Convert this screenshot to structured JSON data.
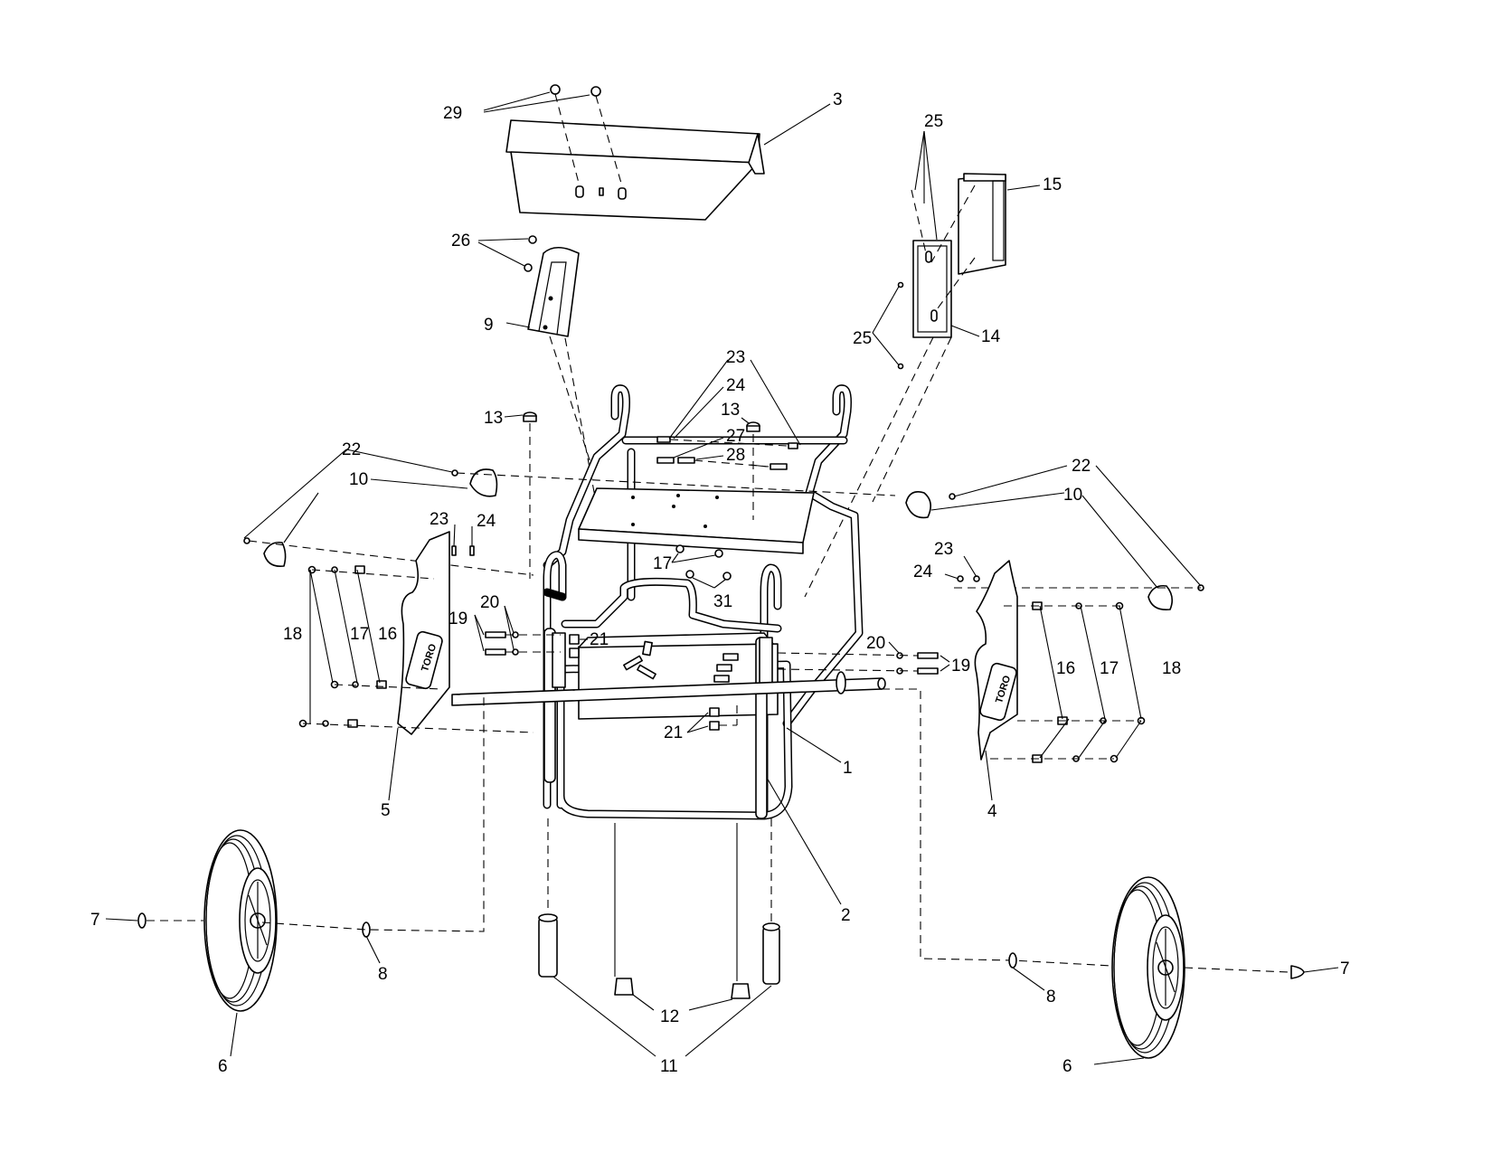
{
  "callouts": {
    "c1": "1",
    "c2": "2",
    "c3": "3",
    "c4": "4",
    "c5": "5",
    "c6a": "6",
    "c6b": "6",
    "c7a": "7",
    "c7b": "7",
    "c8a": "8",
    "c8b": "8",
    "c9": "9",
    "c10a": "10",
    "c10b": "10",
    "c11": "11",
    "c12": "12",
    "c13a": "13",
    "c13b": "13",
    "c14": "14",
    "c15": "15",
    "c16a": "16",
    "c16b": "16",
    "c17a": "17",
    "c17b": "17",
    "c17c": "17",
    "c18a": "18",
    "c18b": "18",
    "c19a": "19",
    "c19b": "19",
    "c20a": "20",
    "c20b": "20",
    "c21a": "21",
    "c21b": "21",
    "c22a": "22",
    "c22b": "22",
    "c23a": "23",
    "c23b": "23",
    "c23c": "23",
    "c24a": "24",
    "c24b": "24",
    "c24c": "24",
    "c25a": "25",
    "c25b": "25",
    "c26": "26",
    "c27": "27",
    "c28": "28",
    "c29": "29",
    "c31": "31"
  },
  "logo_text": "TORO"
}
